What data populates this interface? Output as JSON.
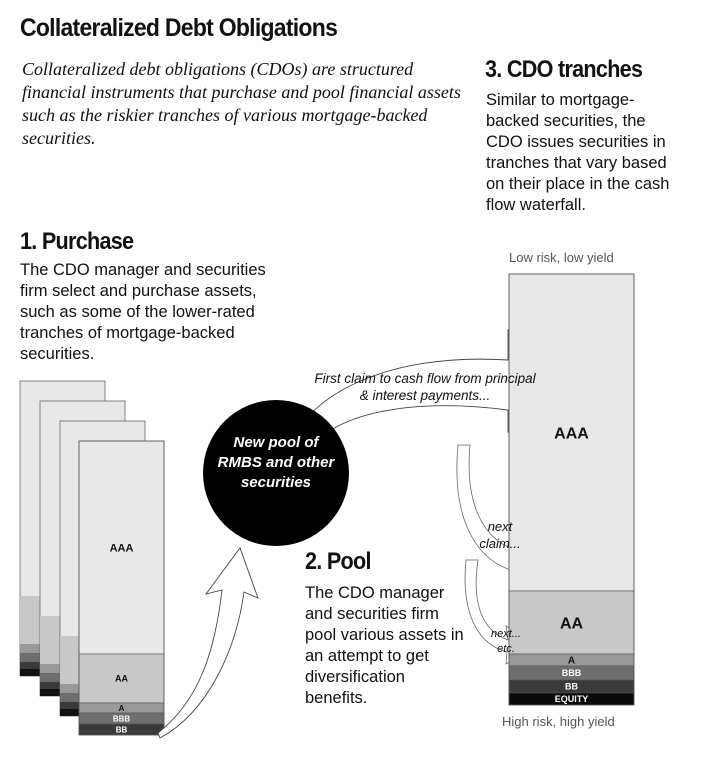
{
  "title": "Collateralized Debt Obligations",
  "intro": "Collateralized debt obligations (CDOs) are structured financial instruments that purchase and pool financial assets such as the riskier tranches of various mortgage-backed securities.",
  "step1": {
    "heading": "1. Purchase",
    "text": "The CDO manager and securities firm select and purchase assets, such as some of the lower-rated tranches of mortgage-backed securities."
  },
  "step2": {
    "heading": "2. Pool",
    "text": "The CDO manager and securities firm pool various assets in an attempt to get diversification benefits."
  },
  "step3": {
    "heading": "3. CDO tranches",
    "text": "Similar to mortgage-backed securities, the CDO issues securities in tranches that vary based on their place in the cash flow waterfall."
  },
  "pool_circle": "New pool of RMBS and other securities",
  "flow_labels": {
    "first": "First claim to cash flow from principal & interest payments...",
    "next": "next claim...",
    "etc": "next... etc."
  },
  "risk_labels": {
    "low": "Low risk, low yield",
    "high": "High risk, high yield"
  },
  "rmbs_tranches": [
    {
      "label": "AAA",
      "color": "#e8e8e8"
    },
    {
      "label": "AA",
      "color": "#c8c8c8"
    },
    {
      "label": "A",
      "color": "#999999"
    },
    {
      "label": "BBB",
      "color": "#6e6e6e"
    },
    {
      "label": "BB",
      "color": "#3a3a3a"
    }
  ],
  "cdo_tranches": [
    {
      "label": "AAA",
      "color": "#e8e8e8"
    },
    {
      "label": "AA",
      "color": "#c8c8c8"
    },
    {
      "label": "A",
      "color": "#999999"
    },
    {
      "label": "BBB",
      "color": "#6e6e6e"
    },
    {
      "label": "BB",
      "color": "#3a3a3a"
    },
    {
      "label": "EQUITY",
      "color": "#0a0a0a"
    }
  ]
}
